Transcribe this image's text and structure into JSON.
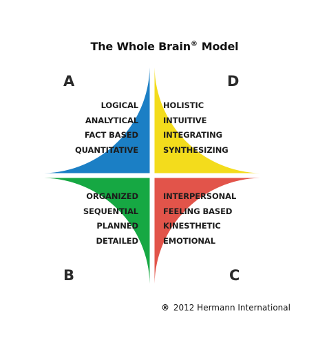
{
  "title": {
    "text": "The Whole Brain",
    "mark": "®",
    "suffix": "Model"
  },
  "corners": {
    "a": "A",
    "b": "B",
    "c": "C",
    "d": "D"
  },
  "quadrants": {
    "a": {
      "color": "#1b7fc5",
      "items": [
        "LOGICAL",
        "ANALYTICAL",
        "FACT BASED",
        "QUANTITATIVE"
      ]
    },
    "d": {
      "color": "#f3dc1c",
      "items": [
        "HOLISTIC",
        "INTUITIVE",
        "INTEGRATING",
        "SYNTHESIZING"
      ]
    },
    "b": {
      "color": "#16a843",
      "items": [
        "ORGANIZED",
        "SEQUENTIAL",
        "PLANNED",
        "DETAILED"
      ]
    },
    "c": {
      "color": "#e2544a",
      "items": [
        "INTERPERSONAL",
        "FEELING BASED",
        "KINESTHETIC",
        "EMOTIONAL"
      ]
    }
  },
  "copyright": {
    "symbol": "®",
    "text": "2012 Hermann International"
  }
}
